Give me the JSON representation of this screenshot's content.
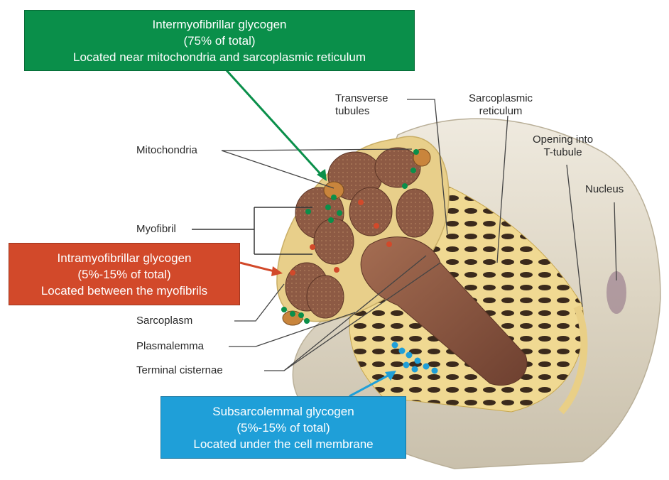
{
  "callouts": {
    "intermyofibrillar": {
      "line1": "Intermyofibrillar glycogen",
      "line2": "(75% of total)",
      "line3": "Located near mitochondria and sarcoplasmic reticulum",
      "color": "#0a8f4a"
    },
    "intramyofibrillar": {
      "line1": "Intramyofibrillar glycogen",
      "line2": "(5%-15% of total)",
      "line3": "Located between the myofibrils",
      "color": "#d2492a"
    },
    "subsarcolemmal": {
      "line1": "Subsarcolemmal glycogen",
      "line2": "(5%-15% of total)",
      "line3": "Located under the cell membrane",
      "color": "#1f9fd8"
    }
  },
  "labels": {
    "transverse_1": "Transverse",
    "transverse_2": "tubules",
    "sarcoplasmic_1": "Sarcoplasmic",
    "sarcoplasmic_2": "reticulum",
    "opening_1": "Opening into",
    "opening_2": "T-tubule",
    "nucleus": "Nucleus",
    "mitochondria": "Mitochondria",
    "myofibril": "Myofibril",
    "sarcoplasm": "Sarcoplasm",
    "plasmalemma": "Plasmalemma",
    "terminal_cisternae": "Terminal cisternae"
  },
  "colors": {
    "membrane": "#e7e1d2",
    "reticulum": "#ecd38a",
    "myofibril": "#8e5a44",
    "green_dot": "#0a8f4a",
    "red_dot": "#d2492a",
    "blue_dot": "#1f9fd8"
  }
}
